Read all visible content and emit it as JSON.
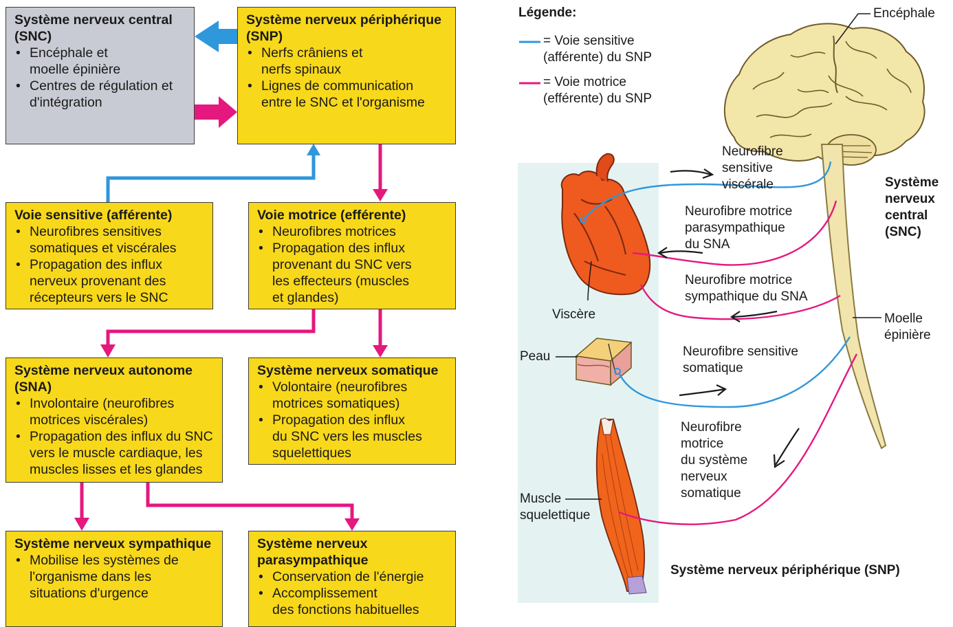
{
  "boxes": {
    "snc": {
      "title": "Système nerveux central\n(SNC)",
      "items": [
        "Encéphale et\nmoelle épinière",
        "Centres de régulation et\nd'intégration"
      ]
    },
    "snp": {
      "title": "Système nerveux périphérique\n(SNP)",
      "items": [
        "Nerfs crâniens et\nnerfs spinaux",
        "Lignes de communication\nentre le SNC et l'organisme"
      ]
    },
    "sensitive": {
      "title": "Voie sensitive (afférente)",
      "items": [
        "Neurofibres sensitives\nsomatiques et viscérales",
        "Propagation des influx\nnerveux provenant des\nrécepteurs vers le SNC"
      ]
    },
    "motrice": {
      "title": "Voie motrice (efférente)",
      "items": [
        "Neurofibres motrices",
        "Propagation des influx\nprovenant du SNC vers\nles effecteurs (muscles\net glandes)"
      ]
    },
    "sna": {
      "title": "Système nerveux autonome\n(SNA)",
      "items": [
        "Involontaire (neurofibres\nmotrices viscérales)",
        "Propagation des influx du SNC\nvers le muscle cardiaque, les\nmuscles lisses et les glandes"
      ]
    },
    "somatique": {
      "title": "Système nerveux somatique",
      "items": [
        "Volontaire (neurofibres\nmotrices somatiques)",
        "Propagation des influx\ndu SNC vers les muscles\nsquelettiques"
      ]
    },
    "sympathique": {
      "title": "Système nerveux sympathique",
      "items": [
        "Mobilise les systèmes de\nl'organisme dans les\nsituations d'urgence"
      ]
    },
    "parasympathique": {
      "title": "Système nerveux\nparasympathique",
      "items": [
        "Conservation de l'énergie",
        "Accomplissement\ndes fonctions habituelles"
      ]
    }
  },
  "legend": {
    "title": "Légende:",
    "sensitive": "= Voie sensitive\n(afférente) du SNP",
    "motrice": "= Voie motrice\n(efférente) du SNP"
  },
  "anatomy": {
    "encephale": "Encéphale",
    "snc": "Système\nnerveux\ncentral\n(SNC)",
    "moelle": "Moelle\népinière",
    "viscere": "Viscère",
    "peau": "Peau",
    "muscle": "Muscle\nsquelettique",
    "snp": "Système nerveux périphérique (SNP)",
    "fiber_sens_visc": "Neurofibre\nsensitive\nviscérale",
    "fiber_para": "Neurofibre motrice\nparasympathique\ndu SNA",
    "fiber_symp": "Neurofibre motrice\nsympathique du SNA",
    "fiber_sens_som": "Neurofibre sensitive\nsomatique",
    "fiber_mot_som": "Neurofibre\nmotrice\ndu système\nnerveux\nsomatique"
  },
  "colors": {
    "sensory": "#2f97dc",
    "motor": "#e5187f",
    "yellow": "#f8d81a",
    "gray": "#c9cbd4",
    "spinal": "#f1e5ad",
    "heart": "#ef5a1f",
    "muscle": "#f0641c",
    "panel": "#e4f3f2"
  }
}
